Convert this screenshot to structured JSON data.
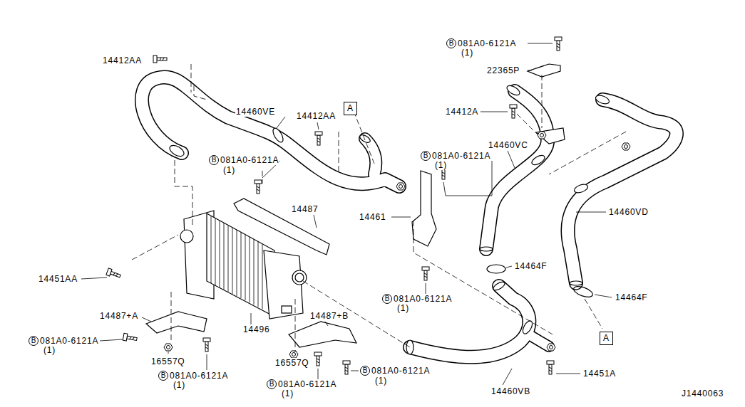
{
  "diagram": {
    "nodes": [
      {
        "text": [
          "B"
        ]
      },
      {
        "text": [
          "A"
        ]
      },
      {
        "text": [
          "B"
        ]
      },
      {
        "text": [
          "B"
        ]
      },
      {
        "text": [
          "B"
        ]
      },
      {
        "text": [
          "A"
        ]
      },
      {
        "text": [
          "B"
        ]
      },
      {
        "text": [
          "B"
        ]
      },
      {
        "text": [
          "B"
        ]
      },
      {
        "text": [
          "B"
        ]
      }
    ],
    "labels": [
      "081A0-6121A",
      "(1)",
      "14412AA",
      "22365P",
      "14460VE",
      "14412A",
      "14412AA",
      "14460VC",
      "081A0-6121A",
      "081A0-6121A",
      "(1)",
      "(1)",
      "14487",
      "14460VD",
      "14461",
      "14464F",
      "14451AA",
      "14464F",
      "081A0-6121A",
      "(1)",
      "14487+A",
      "14487+B",
      "14496",
      "081A0-6121A",
      "(1)",
      "16557Q",
      "16557Q",
      "081A0-6121A",
      "14451A",
      "081A0-6121A",
      "(1)",
      "(1)",
      "081A0-6121A",
      "14460VB",
      "(1)",
      "J1440063"
    ]
  }
}
